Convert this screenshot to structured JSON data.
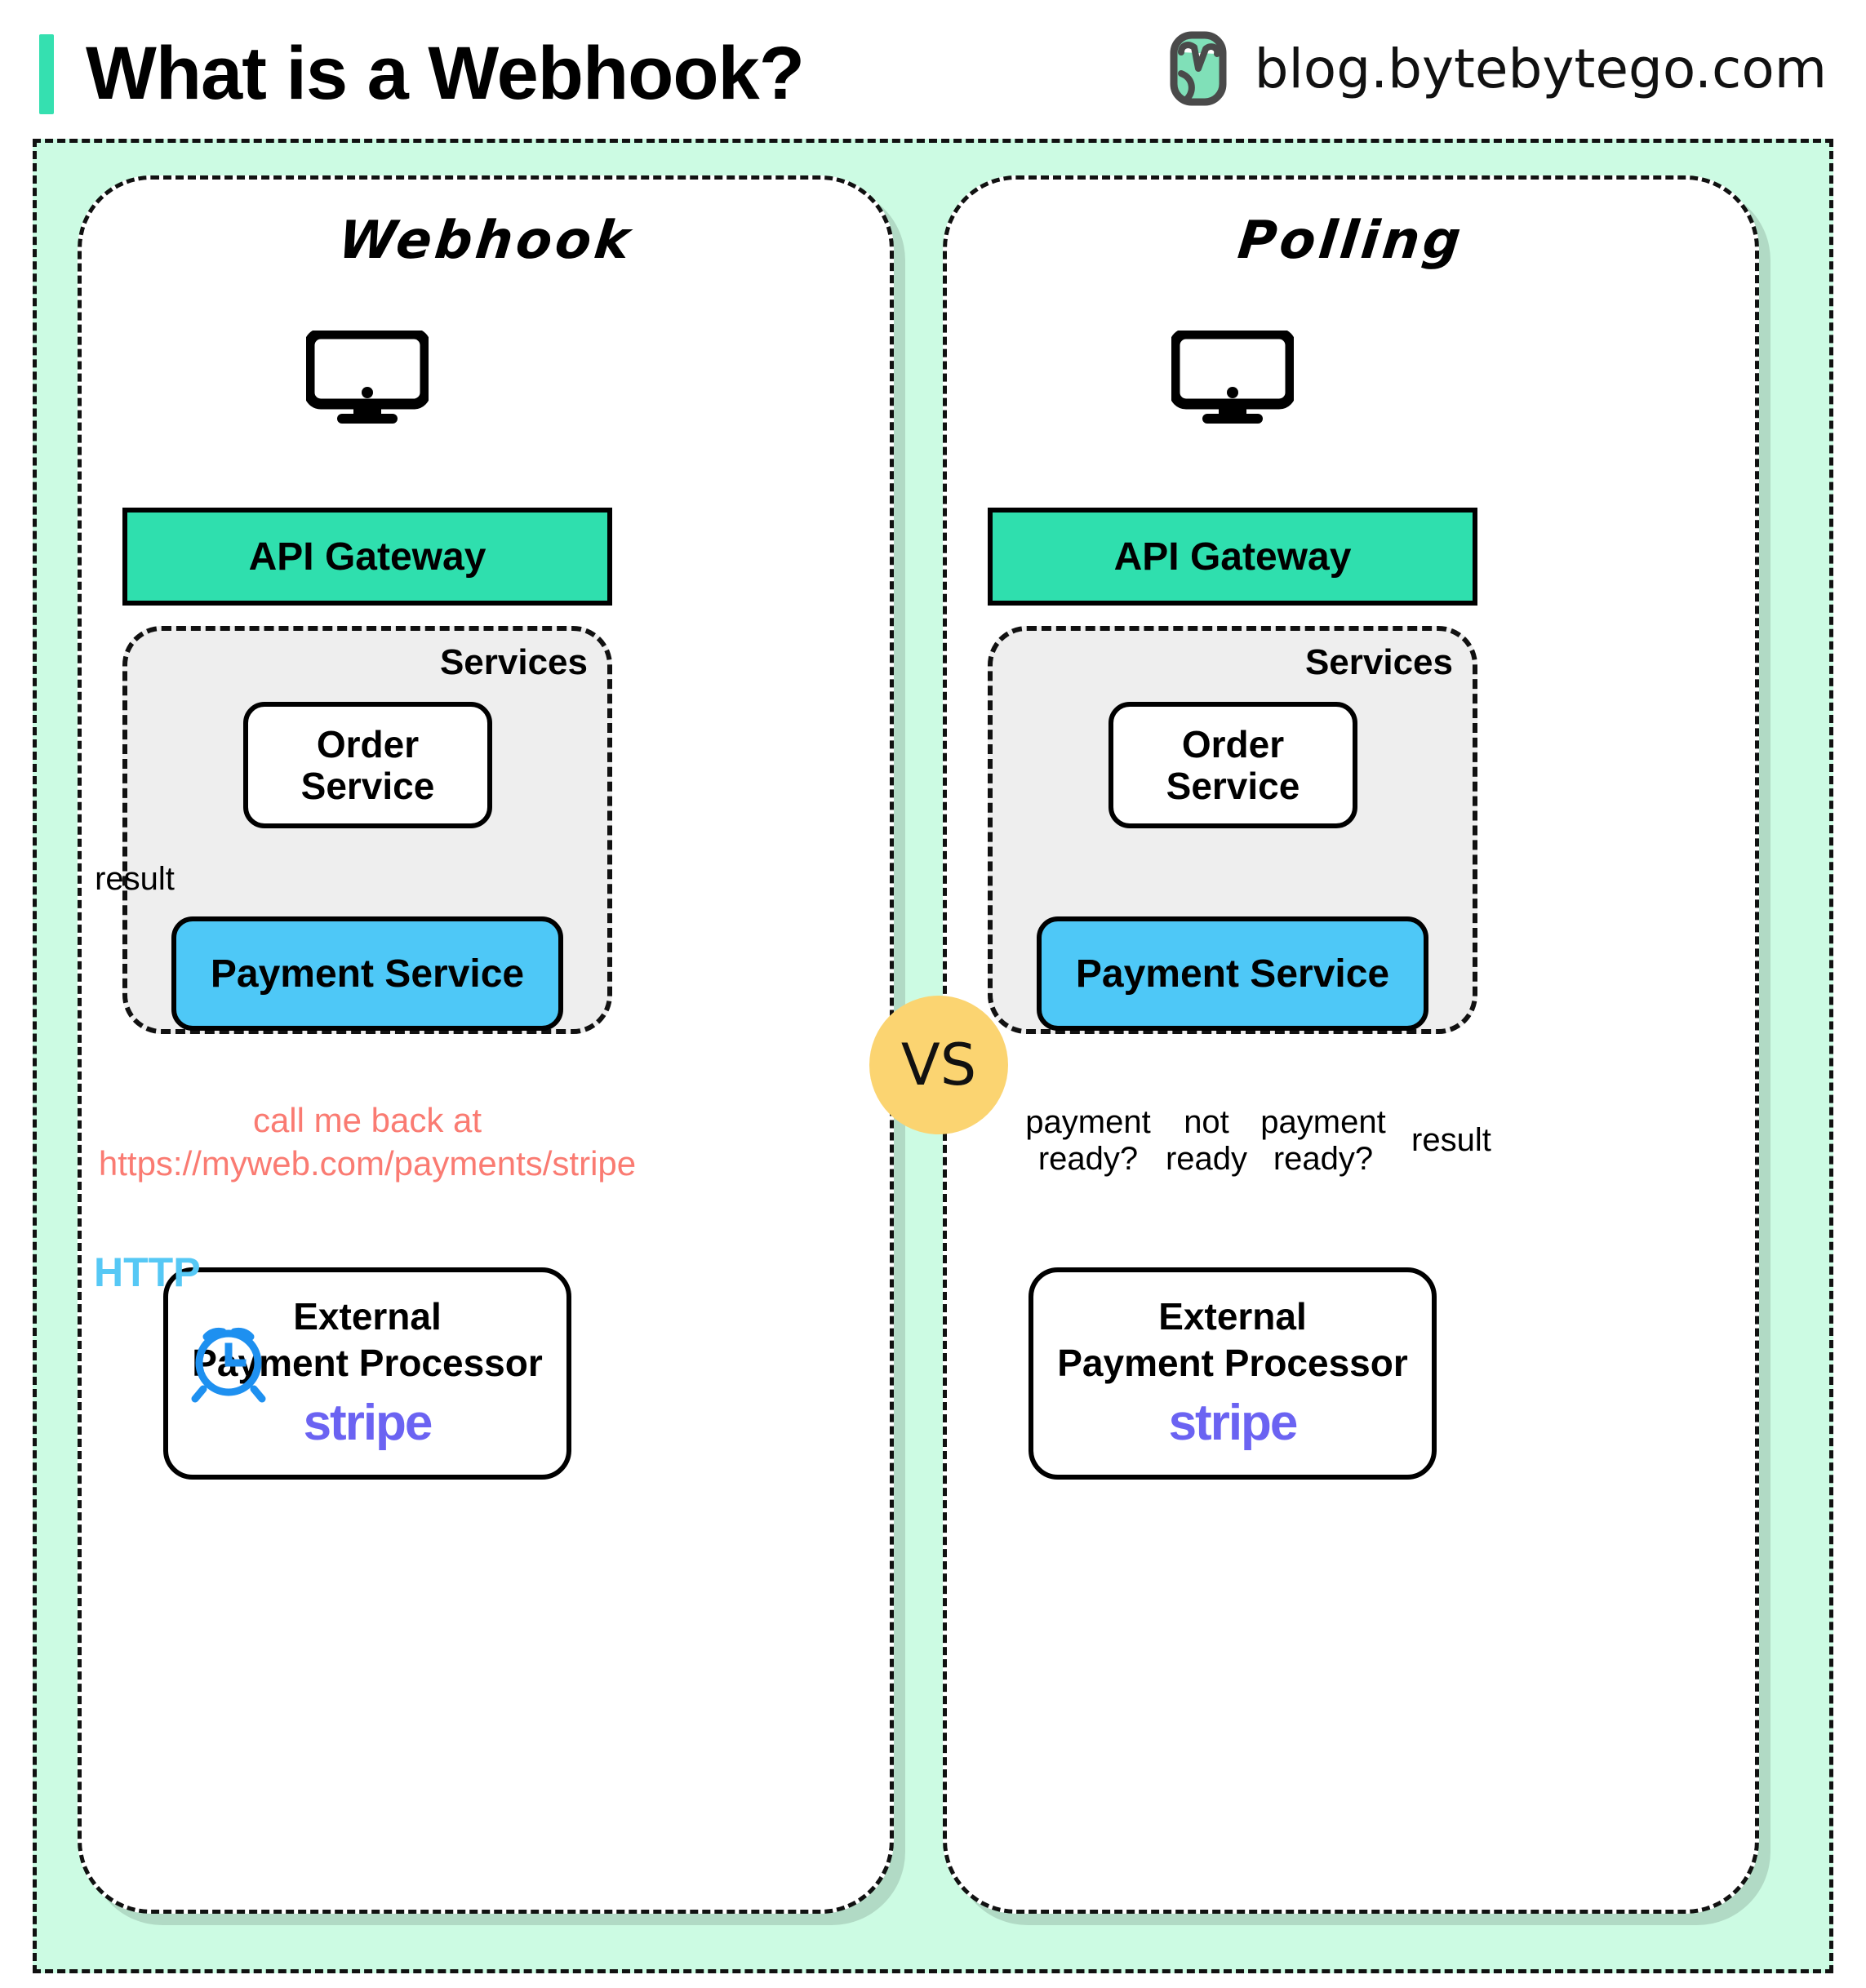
{
  "header": {
    "title": "What is a Webhook?",
    "brand_url": "blog.bytebytego.com",
    "logo_name": "bytebytego-logo",
    "accent_color": "#35e0b0"
  },
  "colors": {
    "canvas_bg": "#ccfbe3",
    "gateway": "#2fdfae",
    "payment_service": "#4ec8f7",
    "services_group": "#eeeeee",
    "vs_badge": "#fbd471",
    "callback_text": "#fa7b72",
    "http_label": "#56c8f5",
    "blue_arrow": "#56c8f5",
    "stripe": "#6b63f2",
    "outline": "#000000"
  },
  "vs_badge": {
    "label": "VS"
  },
  "panels": [
    {
      "id": "webhook",
      "title": "Webhook",
      "nodes": {
        "client": "monitor-icon",
        "gateway": "API Gateway",
        "services_label": "Services",
        "order_service": "Order\nService",
        "payment_service": "Payment Service",
        "external": {
          "line1": "External",
          "line2": "Payment Processor",
          "logo": "stripe"
        }
      },
      "labels": {
        "callback_line1": "call me back at",
        "callback_line2": "https://myweb.com/payments/stripe",
        "result": "result",
        "http": "HTTP",
        "clock_icon": "alarm-clock-icon"
      }
    },
    {
      "id": "polling",
      "title": "Polling",
      "nodes": {
        "client": "monitor-icon",
        "gateway": "API Gateway",
        "services_label": "Services",
        "order_service": "Order\nService",
        "payment_service": "Payment Service",
        "external": {
          "line1": "External",
          "line2": "Payment Processor",
          "logo": "stripe"
        }
      },
      "labels": {
        "poll1": "payment\nready?",
        "poll2": "not\nready",
        "poll3": "payment\nready?",
        "poll4": "result"
      }
    }
  ]
}
